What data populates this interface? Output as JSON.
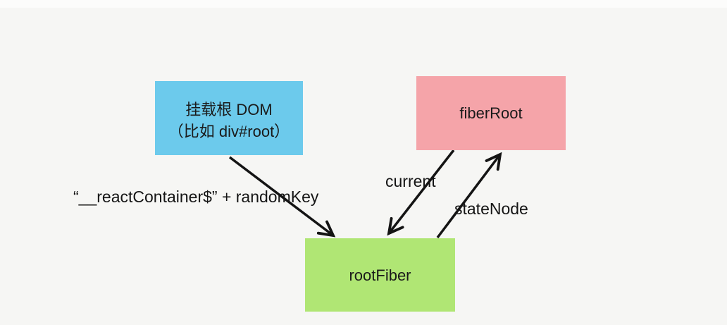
{
  "diagram": {
    "background_color": "#f6f6f4",
    "arrow_color": "#141414",
    "text_color": "#1a1a1a",
    "nodes": [
      {
        "id": "mount-dom",
        "label_line1": "挂载根 DOM",
        "label_line2": "（比如 div#root）",
        "color": "#6ccaec"
      },
      {
        "id": "fiber-root",
        "label": "fiberRoot",
        "color": "#f5a4a9"
      },
      {
        "id": "root-fiber",
        "label": "rootFiber",
        "color": "#b0e674"
      }
    ],
    "edges": [
      {
        "from": "mount-dom",
        "to": "root-fiber",
        "label": "“__reactContainer$” + randomKey"
      },
      {
        "from": "fiber-root",
        "to": "root-fiber",
        "label": "current"
      },
      {
        "from": "root-fiber",
        "to": "fiber-root",
        "label": "stateNode"
      }
    ]
  }
}
